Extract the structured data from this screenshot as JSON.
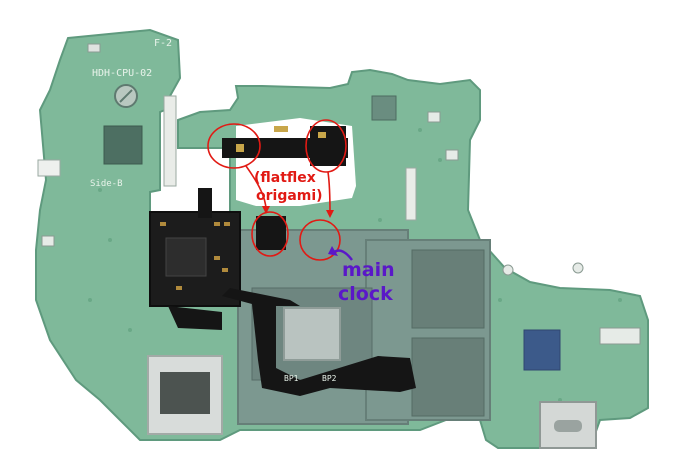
{
  "board": {
    "part_number": "HDH-CPU-02",
    "corner_label": "F-2",
    "side_label": "Side-B",
    "pad_labels": {
      "left": "BP1",
      "right": "BP2"
    }
  },
  "annotations": {
    "flatflex": {
      "line1": "(flatflex",
      "line2": "origami)",
      "color": "#e11a14"
    },
    "main_clock": {
      "line1": "main",
      "line2": "clock",
      "color": "#5a18c8"
    }
  },
  "colors": {
    "pcb": "#7fb99a",
    "pcb_dark": "#5f9a7e",
    "shield": "#7c9890",
    "flex_black": "#151515",
    "annotation_red": "#e11a14",
    "annotation_purple": "#5a18c8"
  }
}
